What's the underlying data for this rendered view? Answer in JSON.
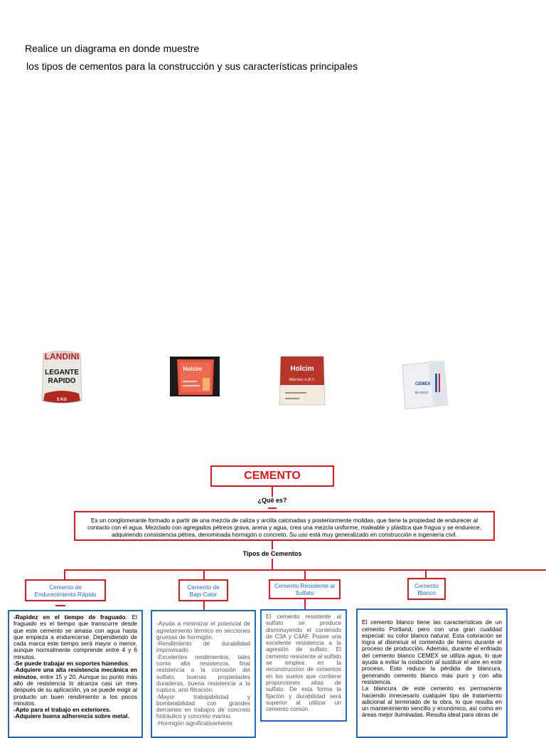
{
  "prompt": {
    "line1": "Realice un diagrama en donde muestre",
    "line2": "los tipos de cementos para la construcción y sus características principales"
  },
  "images": [
    {
      "name": "landini-bag",
      "icon": "cement-bag-icon",
      "brand": "LANDINI",
      "line1": "LEGANTE",
      "line2": "RAPIDO",
      "weight": "5 KG"
    },
    {
      "name": "holcim-bag-1",
      "icon": "cement-bag-icon",
      "brand": "Holcim"
    },
    {
      "name": "holcim-bag-2",
      "icon": "cement-bag-icon",
      "brand": "Holcim",
      "product": "Marino A.R.S."
    },
    {
      "name": "cemex-bag",
      "icon": "cement-bag-icon",
      "brand": "CEMEX",
      "product": "BLANCO"
    }
  ],
  "map": {
    "title": "CEMENTO",
    "question": "¿Qué es?",
    "definition": "Es un conglomerante formado a partir de una mezcla de caliza y arcilla calcinadas y posteriormente molidas, que tiene la propiedad de endurecer al contacto con el agua. Mezclado con agregados pétreos grava, arena y agua, crea una mezcla uniforme, maleable y plástica que fragua y se endurece, adquiriendo consistencia pétrea, denominada hormigón o concreto. Su uso está muy generalizado en construcción e ingeniería civil.",
    "types_label": "Tipos de Cementos",
    "types": [
      {
        "title": "Cemento de Endurecimiento Rápido"
      },
      {
        "title": "Cemento de Bajo Calor"
      },
      {
        "title": "Cemento Resistente al Sulfato"
      },
      {
        "title": "Cemento Blanco"
      }
    ]
  },
  "details": {
    "rapido": [
      {
        "bold": "-Rapidez en el tiempo de fraguado",
        "text": ". El fraguado es el tiempo que transcurre desde que este cemento se amasa con agua hasta que empieza a endurecerse. Dependiendo de cada marca este tiempo será mayor o menor, aunque normalmente comprende entre 4 y 6 minutos."
      },
      {
        "bold": "-Se puede trabajar en soportes húmedos",
        "text": "."
      },
      {
        "bold": "-Adquiere una alta resistencia mecánica en minutos",
        "text": ", entre 15 y 20. Aunque su punto más alto de resistencia lo alcanza casi un mes después de su aplicación, ya se puede exigir al producto un buen rendimiento a los pocos minutos."
      },
      {
        "bold": "-Apto para el trabajo en exteriores.",
        "text": ""
      },
      {
        "bold": "-Adquiere buena adherencia sobre metal.",
        "text": ""
      }
    ],
    "bajo_calor": "-Ayuda a minimizar el potencial de agrietamiento térmico en secciones gruesas de hormigón.\n-Rendimiento de durabilidad improvisado.\n-Excelentes rendimientos, tales como alta resistencia, final resistencia a la corrosión del sulfato, buenas propiedades duraderas, buena resistencia a la ruptura. anti-filtración.\n-Mayor trabajabilidad y bombeabilidad con grandes derrames en trabajos de concreto hidráulico y concreto marino.\n-Hormigón significativamente",
    "sulfato": "El cemento resistente al sulfato se produce disminuyendo el contenido de C3A y C4AF. Posee una excelente resistencia a la agresión de sulfato. El cemento resistente al sulfato se emplea en la reconstrucción de cimientos en los suelos que contiene proporciones altas de sulfato. De esta forma la fijación y durabilidad será superior al utilizar un cemento común.",
    "blanco": "El cemento blanco tiene las características de un cemento Portland, pero con una gran cualidad especial: su color blanco natural. Esta coloración se logra al disminuir el contenido de hierro durante el proceso de producción. Además, durante el enfriado del cemento blanco CEMEX se utiliza agua, lo que ayuda a evitar la oxidación al sustituir el aire en este proceso. Esto reduce la pérdida de blancura, generando cemento blanco más puro y con alta resistencia.\nLa blancura de este cemento es permanente haciendo innecesario cualquier tipo de tratamiento adicional al terminado de la obra, lo que resulta en un mantenimiento sencillo y económico, así como en áreas mejor iluminadas. Resulta ideal para obras de"
  },
  "colors": {
    "red": "#e4161b",
    "blue": "#1b6bc7"
  }
}
